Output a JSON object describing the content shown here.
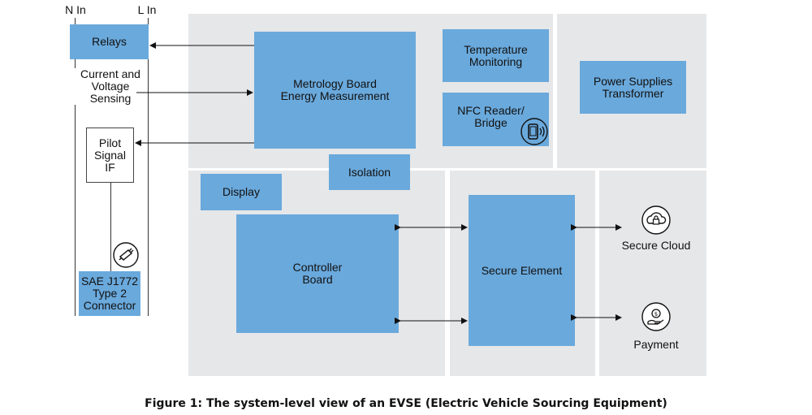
{
  "labels": {
    "n_in": "N In",
    "l_in": "L In",
    "relays": "Relays",
    "current_voltage": "Current and\nVoltage\nSensing",
    "pilot": "Pilot\nSignal\nIF",
    "connector": "SAE J1772\nType 2\nConnector",
    "metrology": "Metrology Board\nEnergy Measurement",
    "temperature": "Temperature\nMonitoring",
    "nfc": "NFC Reader/\nBridge",
    "power": "Power Supplies\nTransformer",
    "isolation": "Isolation",
    "display": "Display",
    "controller": "Controller\nBoard",
    "secure_element": "Secure Element",
    "secure_cloud": "Secure Cloud",
    "payment": "Payment"
  },
  "icons": {
    "nfc": "nfc-phone-icon",
    "connector": "ev-plug-icon",
    "cloud": "secure-cloud-lock-icon",
    "payment": "payment-hand-coin-icon"
  },
  "caption": "Figure 1: The system-level view of an EVSE (Electric Vehicle Sourcing Equipment)",
  "colors": {
    "box": "#6aa9dc",
    "panel": "#e6e7e9"
  }
}
